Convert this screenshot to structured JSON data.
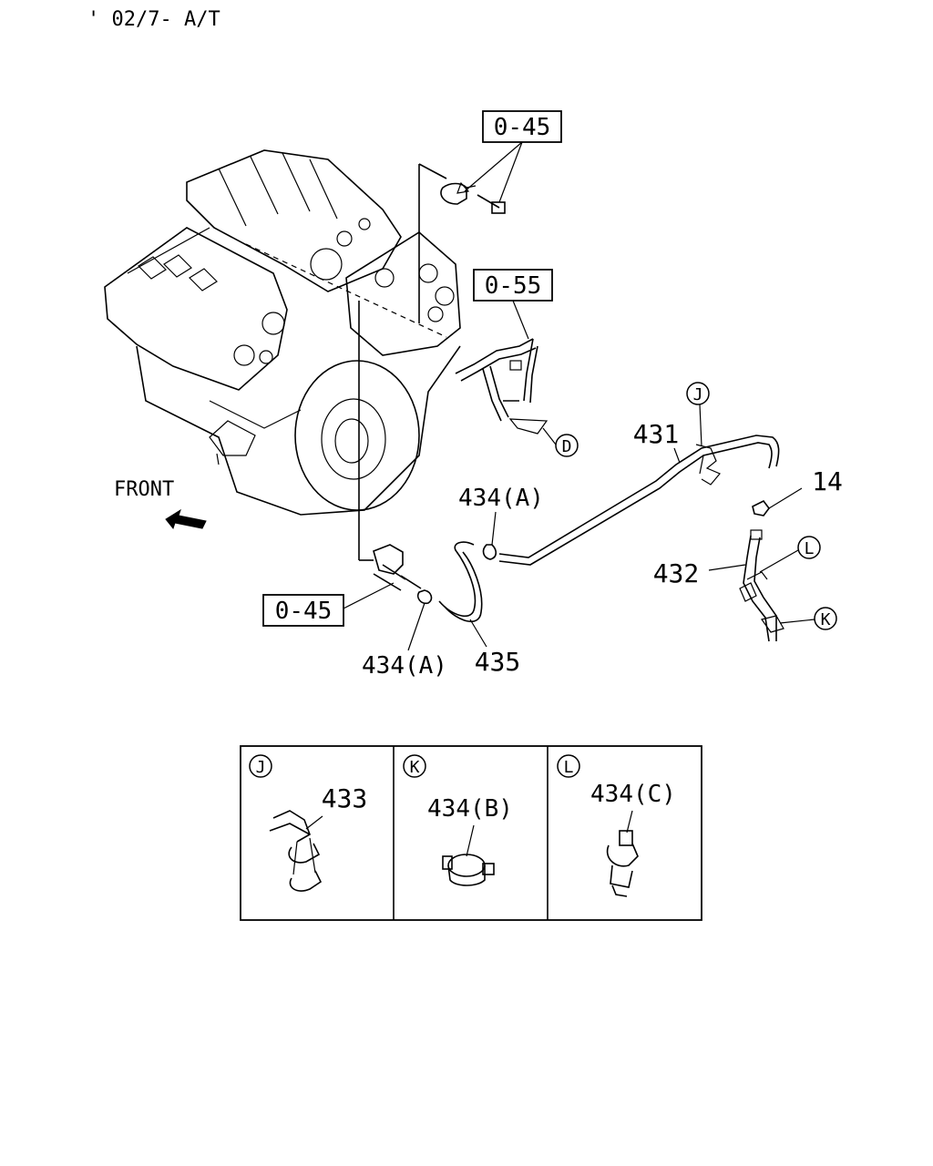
{
  "header": {
    "code": "' 02/7-  A/T"
  },
  "front": {
    "label": "FRONT"
  },
  "refs": {
    "ref_045_top": "0-45",
    "ref_055": "0-55",
    "ref_045_bottom": "0-45"
  },
  "circles": {
    "D": "D",
    "J": "J",
    "K": "K",
    "L": "L"
  },
  "parts": {
    "p431": "431",
    "p14": "14",
    "p432": "432",
    "p434a_top": "434(A)",
    "p434a_bottom": "434(A)",
    "p435": "435"
  },
  "details": [
    {
      "letter": "J",
      "part": "433"
    },
    {
      "letter": "K",
      "part": "434(B)"
    },
    {
      "letter": "L",
      "part": "434(C)"
    }
  ]
}
